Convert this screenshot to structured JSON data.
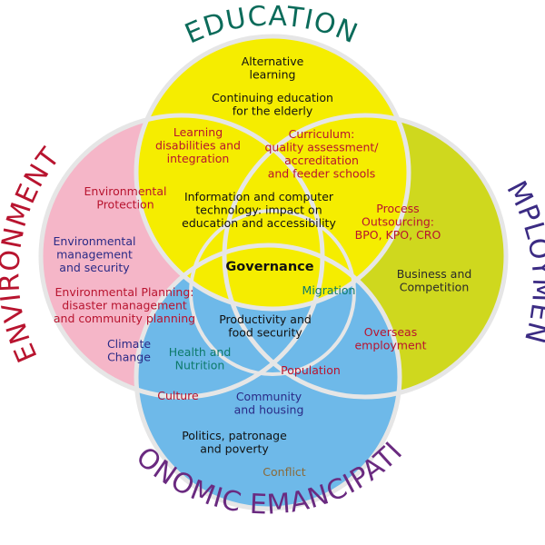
{
  "colors": {
    "education": "#f5ed00",
    "employment": "#cfd81e",
    "environment": "#f5b6c8",
    "economic": "#6eb9e9",
    "ring": "#e6e6e6",
    "education_label": "#0b6b5a",
    "employment_label": "#3b2b83",
    "environment_label": "#b8142f",
    "economic_label": "#6a2a80",
    "text_black": "#111111",
    "text_red": "#b8142f",
    "text_navy": "#2a2a86",
    "text_teal": "#0d7a6a",
    "text_brown": "#8a6a3a",
    "text_dark": "#2a2a2a"
  },
  "labels": {
    "education": "EDUCATION",
    "employment": "EMPLOYMENT",
    "environment": "ENVIRONMENT",
    "economic": "ECONOMIC EMANCIPATION"
  },
  "topics": {
    "alternative_learning": [
      "Alternative",
      "learning"
    ],
    "continuing_education": [
      "Continuing education",
      "for the elderly"
    ],
    "learning_disabilities": [
      "Learning",
      "disabilities and",
      "integration"
    ],
    "curriculum": [
      "Curriculum:",
      "quality assessment/",
      "accreditation",
      "and feeder schools"
    ],
    "information_technology": [
      "Information and computer",
      "technology: impact on",
      "education and accessibility"
    ],
    "process_outsourcing": [
      "Process",
      "Outsourcing:",
      "BPO, KPO, CRO"
    ],
    "business": [
      "Business and",
      "Competition"
    ],
    "overseas_employment": [
      "Overseas",
      "employment"
    ],
    "environmental_protection": [
      "Environmental",
      "Protection"
    ],
    "environmental_management": [
      "Environmental",
      "management",
      "and security"
    ],
    "environmental_planning": [
      "Environmental Planning:",
      "disaster management",
      "and community planning"
    ],
    "climate_change": [
      "Climate",
      "Change"
    ],
    "governance": "Governance",
    "migration": "Migration",
    "productivity": [
      "Productivity and",
      "food security"
    ],
    "health": [
      "Health and",
      "Nutrition"
    ],
    "population": "Population",
    "culture": "Culture",
    "community": [
      "Community",
      "and housing"
    ],
    "politics": [
      "Politics, patronage",
      "and poverty"
    ],
    "conflict": "Conflict"
  }
}
